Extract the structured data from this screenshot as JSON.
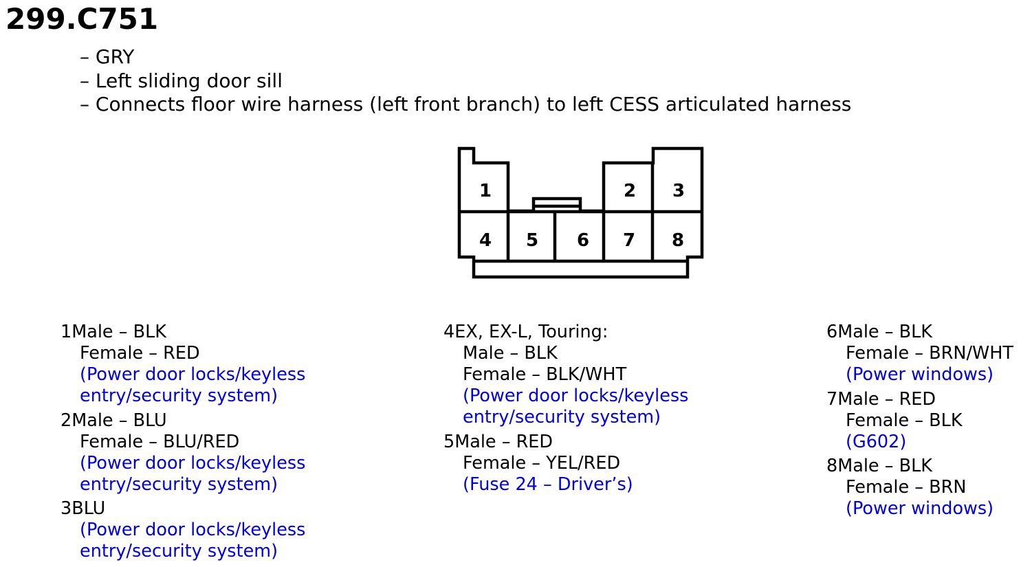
{
  "connector": {
    "title": "299.C751",
    "details": [
      "– GRY",
      "– Left sliding door sill",
      "– Connects floor wire harness (left front branch) to left CESS articulated harness"
    ],
    "cavity_labels": [
      "1",
      "2",
      "3",
      "4",
      "5",
      "6",
      "7",
      "8"
    ]
  },
  "pins": {
    "p1": {
      "l1": "1Male – BLK",
      "l2": "Female – RED",
      "l3": "(Power door locks/keyless",
      "l4": "entry/security system)"
    },
    "p2": {
      "l1": "2Male – BLU",
      "l2": "Female – BLU/RED",
      "l3": "(Power door locks/keyless",
      "l4": "entry/security system)"
    },
    "p3": {
      "l1": "3BLU",
      "l2": "(Power door locks/keyless",
      "l3": "entry/security system)"
    },
    "p4": {
      "l1": "4EX, EX-L, Touring:",
      "l2": "Male – BLK",
      "l3": "Female – BLK/WHT",
      "l4": "(Power door locks/keyless",
      "l5": "entry/security system)"
    },
    "p5": {
      "l1": "5Male – RED",
      "l2": "Female – YEL/RED",
      "l3": "(Fuse 24 – Driver’s)"
    },
    "p6": {
      "l1": "6Male – BLK",
      "l2": "Female – BRN/WHT",
      "l3": "(Power windows)"
    },
    "p7": {
      "l1": "7Male – RED",
      "l2": "Female – BLK",
      "l3": "(G602)"
    },
    "p8": {
      "l1": "8Male – BLK",
      "l2": "Female – BRN",
      "l3": "(Power windows)"
    }
  },
  "colors": {
    "text": "#000000",
    "note": "#0000e6"
  }
}
